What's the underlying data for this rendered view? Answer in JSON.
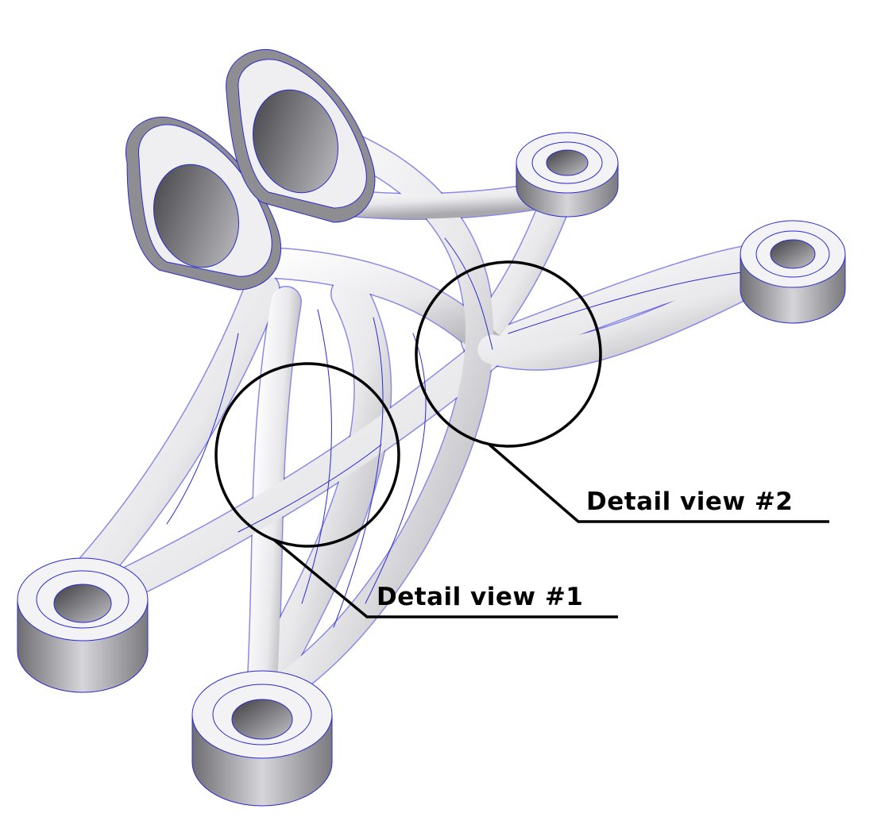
{
  "callouts": [
    {
      "id": "detail-2",
      "label": "Detail view #2"
    },
    {
      "id": "detail-1",
      "label": "Detail view #1"
    }
  ],
  "colors": {
    "background": "#ffffff",
    "part_fill": "#f2f2f4",
    "part_shadow": "#9a9a9e",
    "edge_lines": "#2a2ad0",
    "callout_stroke": "#000000"
  }
}
